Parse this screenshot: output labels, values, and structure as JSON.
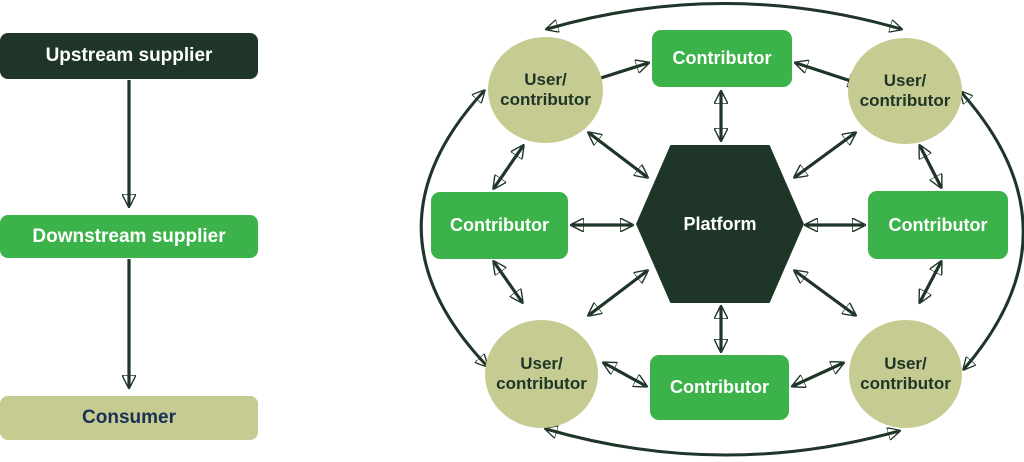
{
  "colors": {
    "dark": "#1e3527",
    "green": "#3cb34a",
    "olive": "#c6cb92",
    "navy": "#1b2f55"
  },
  "flow": {
    "nodes": [
      {
        "id": "upstream-supplier",
        "label": "Upstream supplier"
      },
      {
        "id": "downstream-supplier",
        "label": "Downstream supplier"
      },
      {
        "id": "consumer",
        "label": "Consumer"
      }
    ]
  },
  "network": {
    "center": {
      "label": "Platform"
    },
    "contributors": {
      "top": "Contributor",
      "left": "Contributor",
      "right": "Contributor",
      "bottom": "Contributor"
    },
    "users": {
      "top_left": "User/\ncontributor",
      "top_right": "User/\ncontributor",
      "bottom_left": "User/\ncontributor",
      "bottom_right": "User/\ncontributor"
    }
  }
}
